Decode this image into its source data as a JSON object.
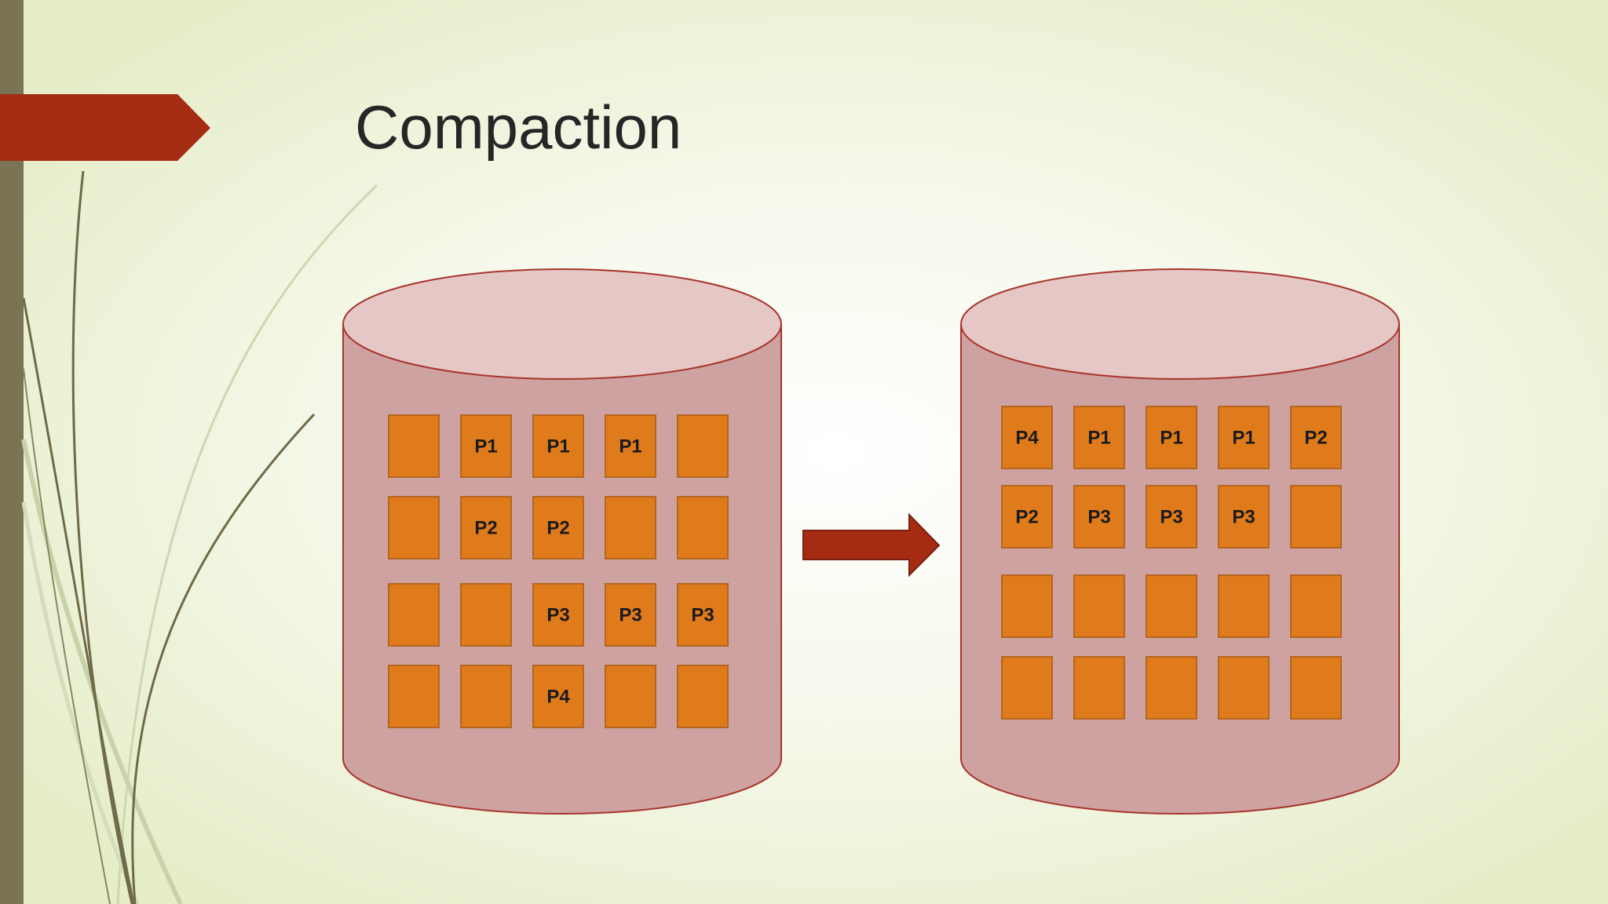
{
  "slide": {
    "title": "Compaction"
  },
  "colors": {
    "accent_banner": "#a52c12",
    "sidebar_bar": "#7a7455",
    "cylinder_body": "#cda2a1",
    "cylinder_top": "#e5c7c6",
    "cylinder_stroke": "#a8342c",
    "block_fill": "#e07b1c",
    "arrow": "#a52c12"
  },
  "before_disk": {
    "rows": [
      [
        "",
        "P1",
        "P1",
        "P1",
        ""
      ],
      [
        "",
        "P2",
        "P2",
        "",
        ""
      ],
      [
        "",
        "",
        "P3",
        "P3",
        "P3"
      ],
      [
        "",
        "",
        "P4",
        "",
        ""
      ]
    ]
  },
  "after_disk": {
    "rows": [
      [
        "P4",
        "P1",
        "P1",
        "P1",
        "P2"
      ],
      [
        "P2",
        "P3",
        "P3",
        "P3",
        ""
      ],
      [
        "",
        "",
        "",
        "",
        ""
      ],
      [
        "",
        "",
        "",
        "",
        ""
      ]
    ]
  },
  "arrow_icon": "right-arrow-icon"
}
